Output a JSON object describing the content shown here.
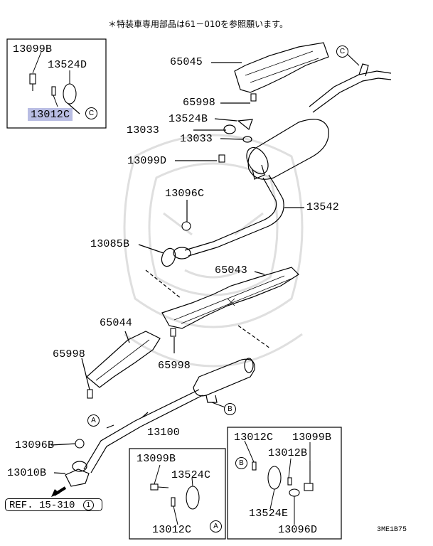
{
  "header": {
    "note": "＊特装車専用部品は61－010を参照願います。"
  },
  "parts": {
    "p65045": "65045",
    "p65998_top": "65998",
    "p13524B": "13524B",
    "p13033_a": "13033",
    "p13033_b": "13033",
    "p13099D": "13099D",
    "p13096C": "13096C",
    "p13542": "13542",
    "p13085B": "13085B",
    "p65043": "65043",
    "p65044": "65044",
    "p65998_left": "65998",
    "p65998_mid": "65998",
    "p13100": "13100",
    "p13096B": "13096B",
    "p13010B": "13010B"
  },
  "box_top_left": {
    "a": "13099B",
    "b": "13524D",
    "c": "13012C",
    "marker": "C"
  },
  "box_bottom_middle": {
    "a": "13099B",
    "b": "13524C",
    "c": "13012C",
    "marker": "A"
  },
  "box_bottom_right": {
    "a": "13012C",
    "b": "13099B",
    "c": "13012B",
    "d": "13524E",
    "e": "13096D",
    "marker": "B"
  },
  "markers": {
    "c_top": "C",
    "a_left": "A",
    "b_mid": "B"
  },
  "reference": {
    "text": "REF. 15-310",
    "number": "1"
  },
  "diagram_code": "3ME1B75",
  "colors": {
    "highlight": "#b9bde3",
    "line": "#000000",
    "watermark": "#d8d8d8"
  }
}
